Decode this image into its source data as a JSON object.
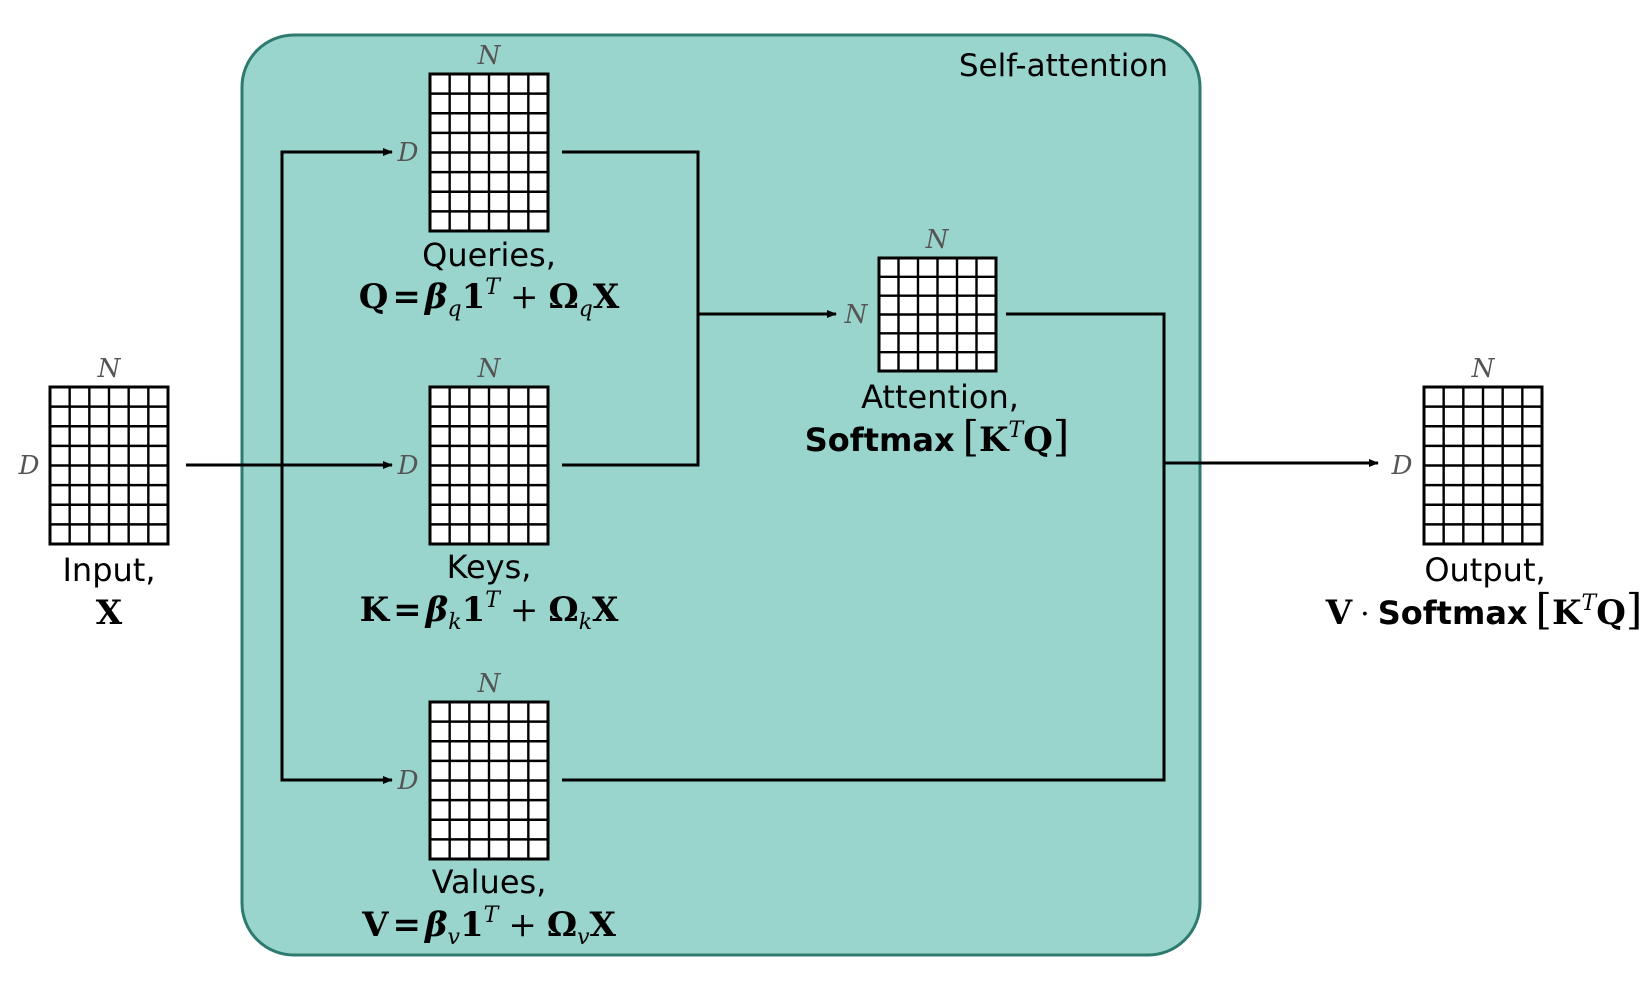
{
  "panel": {
    "title": "Self-attention",
    "fill": "#99d5cd",
    "border": "#2e7a6f"
  },
  "input": {
    "name": "Input,",
    "symbol": "X",
    "rows_label": "D",
    "cols_label": "N"
  },
  "queries": {
    "name": "Queries,",
    "symbol": "Q",
    "bias": "β",
    "bias_sub": "q",
    "weight": "Ω",
    "weight_sub": "q",
    "ones": "1",
    "transpose": "T",
    "input": "X",
    "rows_label": "D",
    "cols_label": "N"
  },
  "keys": {
    "name": "Keys,",
    "symbol": "K",
    "bias": "β",
    "bias_sub": "k",
    "weight": "Ω",
    "weight_sub": "k",
    "ones": "1",
    "transpose": "T",
    "input": "X",
    "rows_label": "D",
    "cols_label": "N"
  },
  "values": {
    "name": "Values,",
    "symbol": "V",
    "bias": "β",
    "bias_sub": "v",
    "weight": "Ω",
    "weight_sub": "v",
    "ones": "1",
    "transpose": "T",
    "input": "X",
    "rows_label": "D",
    "cols_label": "N"
  },
  "attention": {
    "name": "Attention,",
    "softmax": "Softmax",
    "left_bracket": "[",
    "K": "K",
    "transpose": "T",
    "Q": "Q",
    "right_bracket": "]",
    "rows_label": "N",
    "cols_label": "N"
  },
  "output": {
    "name": "Output,",
    "V": "V",
    "dot": "·",
    "softmax": "Softmax",
    "left_bracket": "[",
    "K": "K",
    "transpose": "T",
    "Q": "Q",
    "right_bracket": "]",
    "rows_label": "D",
    "cols_label": "N"
  },
  "operators": {
    "equals": "=",
    "plus": "+"
  }
}
